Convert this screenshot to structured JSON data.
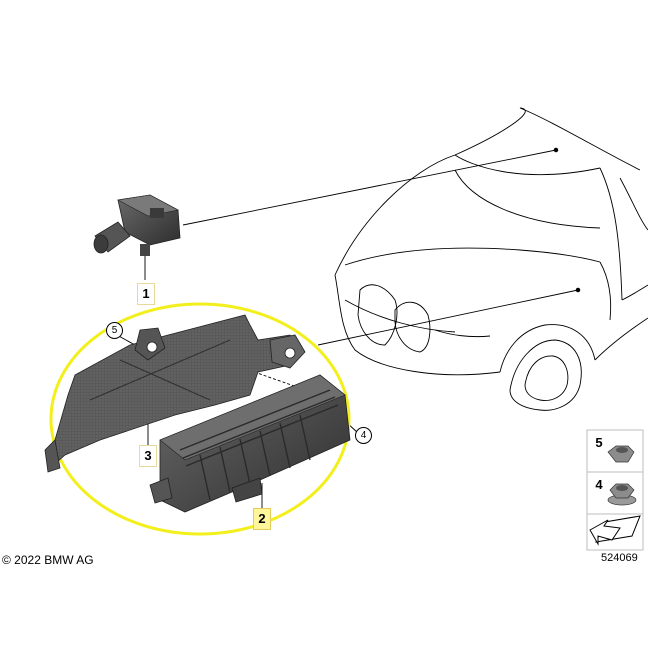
{
  "callouts": {
    "part1": "1",
    "part2": "2",
    "part3": "3",
    "part4": "4",
    "part5": "5",
    "legend_part5": "5",
    "legend_part4": "4"
  },
  "copyright": "© 2022 BMW AG",
  "diagram_number": "524069",
  "colors": {
    "highlight_ellipse": "#f2ef1c",
    "callout_highlight": "#fff59a",
    "line": "#000000",
    "part_dark": "#4a4a4a"
  },
  "icons": {
    "sensor": "sensor-icon",
    "control-unit": "control-unit-icon",
    "bracket": "bracket-icon",
    "nut": "nut-icon",
    "flange-nut": "flange-nut-icon",
    "arrow": "arrow-icon"
  }
}
